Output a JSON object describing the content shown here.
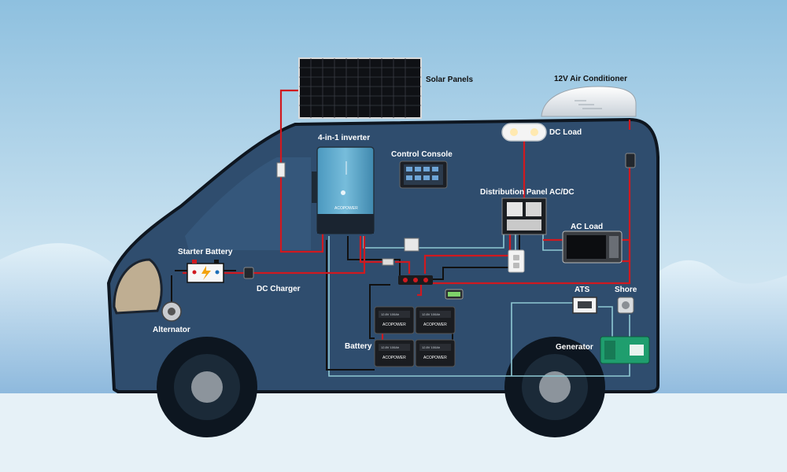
{
  "colors": {
    "sky_top": "#9cc7e3",
    "sky_bottom": "#e4f1f8",
    "van_body": "#2f4d6e",
    "wire_red": "#d0191f",
    "wire_black": "#111111",
    "wire_teal": "#8fc9d4",
    "inverter": "#5aa6c8"
  },
  "labels": {
    "solar_panels": "Solar Panels",
    "air_conditioner": "12V Air Conditioner",
    "dc_load": "DC Load",
    "inverter": "4-in-1 inverter",
    "control_console": "Control Console",
    "distribution_panel": "Distribution Panel AC/DC",
    "ac_load": "AC  Load",
    "starter_battery": "Starter Battery",
    "dc_charger": "DC Charger",
    "alternator": "Alternator",
    "ats": "ATS",
    "shore": "Shore",
    "battery": "Battery",
    "generator": "Generator"
  },
  "device_text": {
    "inverter_brand": "ACOPOWER",
    "battery_brand": "ACOPOWER",
    "battery_spec": "12.8V 100Ah"
  },
  "icons": [
    "solar-panel-icon",
    "air-conditioner-icon",
    "dc-load-light-icon",
    "inverter-icon",
    "control-console-icon",
    "distribution-panel-icon",
    "outlet-icon",
    "microwave-icon",
    "starter-battery-icon",
    "dc-charger-icon",
    "alternator-icon",
    "busbar-icon",
    "battery-monitor-icon",
    "lithium-battery-icon",
    "ats-icon",
    "shore-plug-icon",
    "generator-icon",
    "fuse-icon",
    "breaker-icon"
  ]
}
